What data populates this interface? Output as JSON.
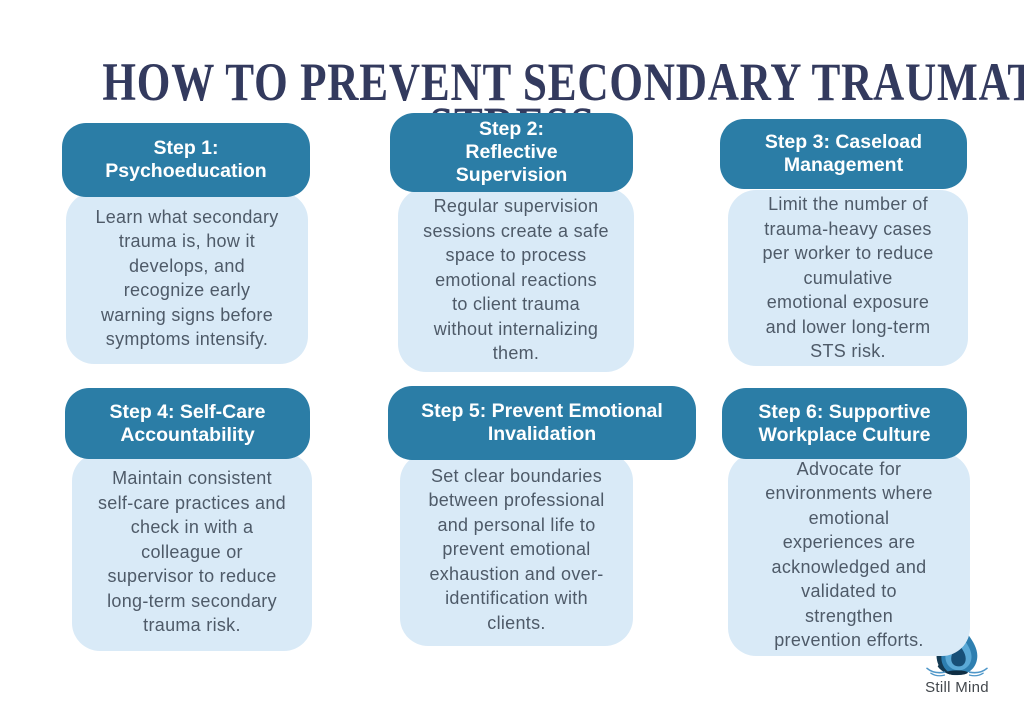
{
  "title": {
    "line1": "HOW TO PREVENT SECONDARY TRAUMATIC",
    "line2": "STRESS"
  },
  "colors": {
    "header_pill_bg": "#2b7da6",
    "body_card_bg": "#d9eaf7",
    "title_text": "#333a5e",
    "body_text": "#4e5a68",
    "logo_dark_blue": "#143a52",
    "logo_mid_blue": "#2e7fb0",
    "logo_light_blue": "#5aa9d6"
  },
  "steps": [
    {
      "header": [
        "Step 1:",
        "Psychoeducation"
      ],
      "body": [
        "Learn what secondary",
        "trauma is, how it",
        "develops, and",
        "recognize early",
        "warning signs before",
        "symptoms intensify."
      ]
    },
    {
      "header": [
        "Step 2:",
        "Reflective",
        "Supervision"
      ],
      "body": [
        "Regular supervision",
        "sessions create a safe",
        "space to process",
        "emotional reactions",
        "to client trauma",
        "without internalizing",
        "them."
      ]
    },
    {
      "header": [
        "Step 3: Caseload",
        "Management"
      ],
      "body": [
        "Limit the number of",
        "trauma-heavy cases",
        "per worker to reduce",
        "cumulative",
        "emotional exposure",
        "and lower long-term",
        "STS risk."
      ]
    },
    {
      "header": [
        "Step 4: Self-Care",
        "Accountability"
      ],
      "body": [
        "Maintain consistent",
        "self-care practices and",
        "check in with a",
        "colleague or",
        "supervisor to reduce",
        "long-term secondary",
        "trauma risk."
      ]
    },
    {
      "header": [
        "Step 5: Prevent Emotional",
        "Invalidation"
      ],
      "body": [
        "Set clear boundaries",
        "between professional",
        "and personal life to",
        "prevent emotional",
        "exhaustion and over-",
        "identification with",
        "clients."
      ]
    },
    {
      "header": [
        "Step 6: Supportive",
        "Workplace Culture"
      ],
      "body": [
        "Advocate for",
        "environments where",
        "emotional",
        "experiences are",
        "acknowledged and",
        "validated to",
        "strengthen",
        "prevention efforts."
      ]
    }
  ],
  "logo": {
    "brand_name": "Still Mind"
  }
}
